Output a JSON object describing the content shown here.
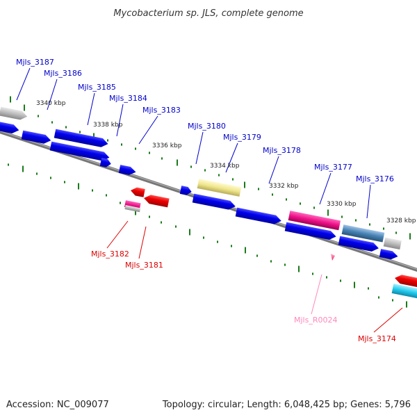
{
  "title": "Mycobacterium sp. JLS, complete genome",
  "footer": {
    "accession": "Accession: NC_009077",
    "summary": "Topology: circular; Length: 6,048,425 bp; Genes: 5,796"
  },
  "scale_labels": [
    "3340 kbp",
    "3338 kbp",
    "3336 kbp",
    "3334 kbp",
    "3332 kbp",
    "3330 kbp",
    "3328 kbp"
  ],
  "gene_labels": [
    {
      "text": "Mjls_3187",
      "color": "#0000cc"
    },
    {
      "text": "Mjls_3186",
      "color": "#0000cc"
    },
    {
      "text": "Mjls_3185",
      "color": "#0000cc"
    },
    {
      "text": "Mjls_3184",
      "color": "#0000cc"
    },
    {
      "text": "Mjls_3183",
      "color": "#0000cc"
    },
    {
      "text": "Mjls_3180",
      "color": "#0000cc"
    },
    {
      "text": "Mjls_3179",
      "color": "#0000cc"
    },
    {
      "text": "Mjls_3178",
      "color": "#0000cc"
    },
    {
      "text": "Mjls_3177",
      "color": "#0000cc"
    },
    {
      "text": "Mjls_3176",
      "color": "#0000cc"
    },
    {
      "text": "Mjls_3182",
      "color": "#dd0000"
    },
    {
      "text": "Mjls_3181",
      "color": "#dd0000"
    },
    {
      "text": "Mjls_R0024",
      "color": "#ff88bb"
    },
    {
      "text": "Mjls_3174",
      "color": "#dd0000"
    }
  ],
  "colors": {
    "cds_forward": "#0000ee",
    "cds_reverse": "#ee0000",
    "rna": "#ff99cc",
    "backbone": "#777777",
    "tick": "#1a7a1a",
    "grey_feature": "#bbbbbb",
    "yellow_feature": "#f0e68c",
    "magenta_feature": "#ee1188",
    "steel_feature": "#4682b4",
    "cyan_feature": "#22ccee"
  }
}
